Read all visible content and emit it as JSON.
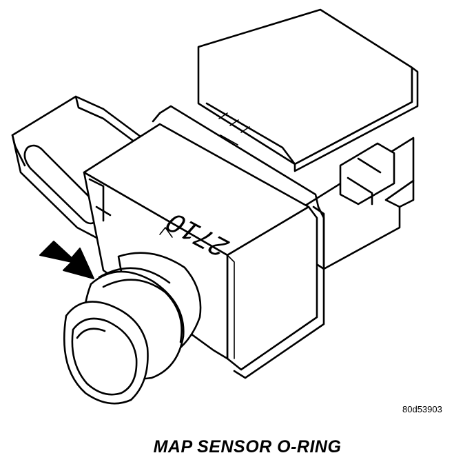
{
  "diagram": {
    "part_number_marking": "2710",
    "figure_id": "80d53903",
    "caption": "MAP SENSOR O-RING"
  },
  "colors": {
    "ink": "#000000",
    "background": "#ffffff"
  }
}
